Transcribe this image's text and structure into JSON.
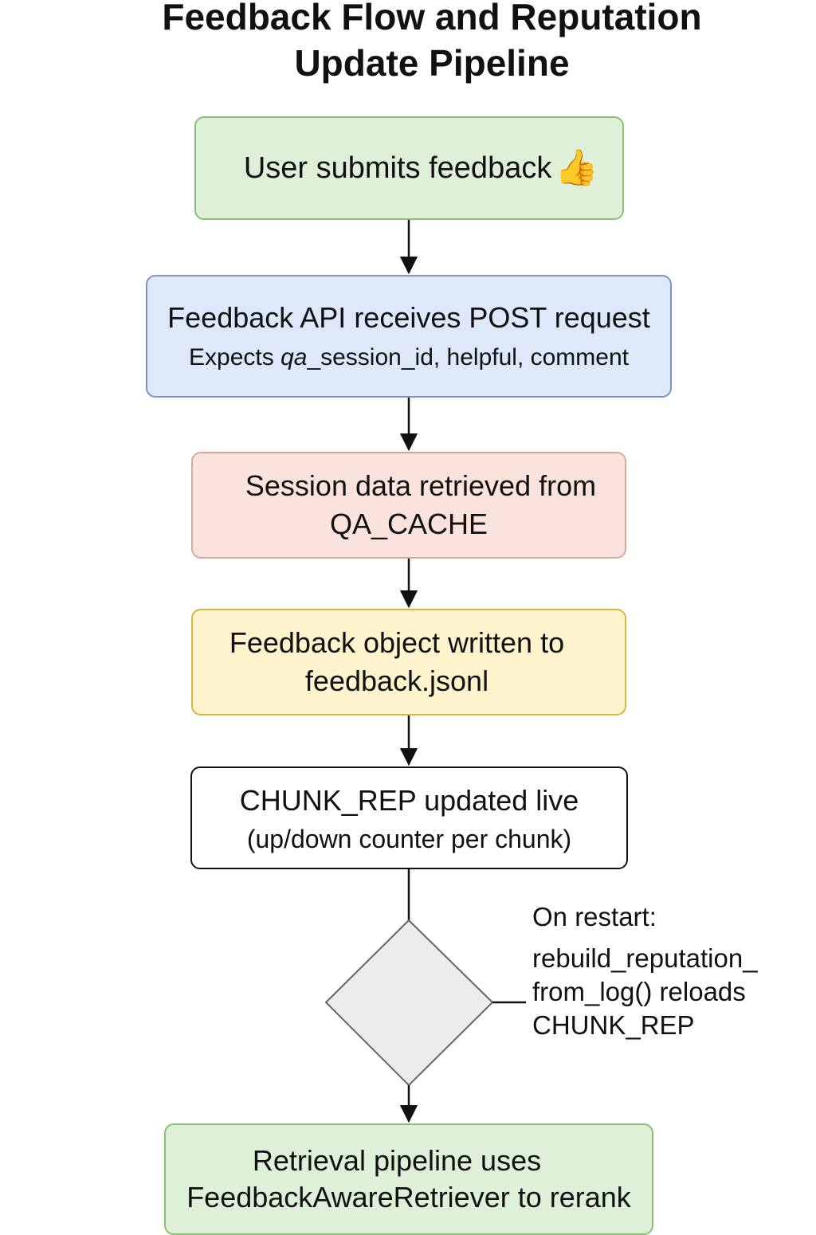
{
  "title": {
    "line1": "Feedback Flow and Reputation",
    "line2": "Update Pipeline"
  },
  "nodes": {
    "submit": {
      "text": "User submits feedback",
      "icon": "thumbs-up-icon"
    },
    "api": {
      "text": "Feedback API receives POST request",
      "sub_prefix": "Expects ",
      "sub_italic": "qa",
      "sub_rest": "_session_id, helpful, comment"
    },
    "session": {
      "line1": "Session data retrieved from",
      "line2": "QA_CACHE"
    },
    "write": {
      "line1": "Feedback object written to",
      "line2": "feedback.jsonl"
    },
    "rep": {
      "line1": "CHUNK_REP updated live",
      "line2": "(up/down counter per chunk)"
    },
    "decision": {
      "shape": "diamond"
    },
    "retrieval": {
      "line1": "Retrieval pipeline uses",
      "line2": "FeedbackAwareRetriever to rerank"
    }
  },
  "note": {
    "head": "On restart:",
    "line1": "rebuild_reputation_",
    "line2": "from_log() reloads",
    "line3": "CHUNK_REP"
  },
  "colors": {
    "green_fill": "#dff0d8",
    "green_border": "#8cbf76",
    "blue_fill": "#dde9fb",
    "blue_border": "#7f94c4",
    "red_fill": "#fae3dc",
    "red_border": "#d9a79a",
    "yellow_fill": "#fdf3cc",
    "yellow_border": "#d8b741",
    "diamond_fill": "#ececec"
  }
}
